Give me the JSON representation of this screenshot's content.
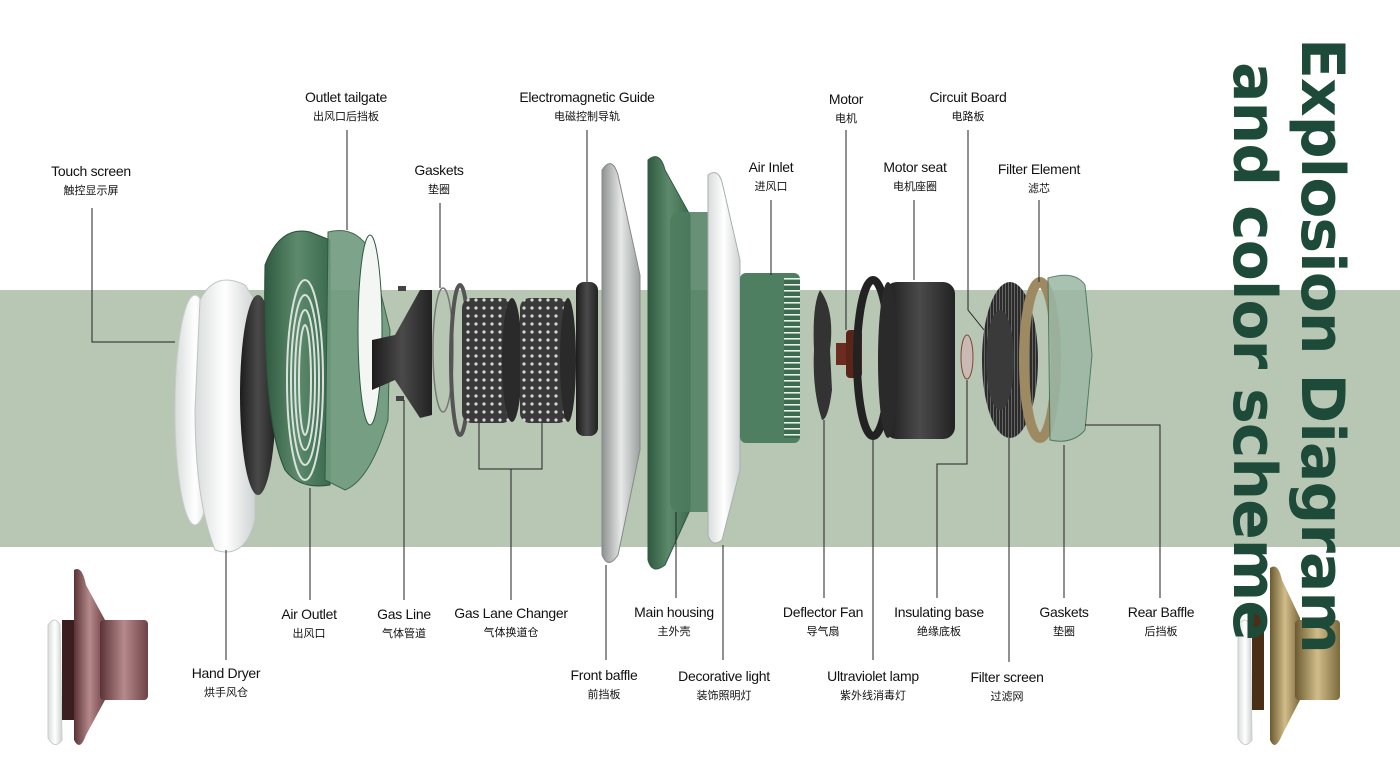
{
  "title": {
    "line1": "Explosion Diagram",
    "line2": "and color scheme"
  },
  "colors": {
    "band": "#b8c7b4",
    "title": "#1e4a3a",
    "housing_green": "#3f6e52",
    "variant_rose": "#8c5a5e",
    "variant_gold": "#a48d5a"
  },
  "parts_top": [
    {
      "en": "Touch screen",
      "cn": "触控显示屏"
    },
    {
      "en": "Outlet tailgate",
      "cn": "出风口后挡板"
    },
    {
      "en": "Gaskets",
      "cn": "垫圈"
    },
    {
      "en": "Electromagnetic Guide",
      "cn": "电磁控制导轨"
    },
    {
      "en": "Air Inlet",
      "cn": "进风口"
    },
    {
      "en": "Motor",
      "cn": "电机"
    },
    {
      "en": "Motor seat",
      "cn": "电机座圈"
    },
    {
      "en": "Circuit Board",
      "cn": "电路板"
    },
    {
      "en": "Filter Element",
      "cn": "滤芯"
    }
  ],
  "parts_bottom": [
    {
      "en": "Hand Dryer",
      "cn": "烘手风仓"
    },
    {
      "en": "Air Outlet",
      "cn": "出风口"
    },
    {
      "en": "Gas Line",
      "cn": "气体管道"
    },
    {
      "en": "Gas Lane Changer",
      "cn": "气体换道仓"
    },
    {
      "en": "Front baffle",
      "cn": "前挡板"
    },
    {
      "en": "Main housing",
      "cn": "主外壳"
    },
    {
      "en": "Decorative light",
      "cn": "装饰照明灯"
    },
    {
      "en": "Deflector Fan",
      "cn": "导气扇"
    },
    {
      "en": "Ultraviolet lamp",
      "cn": "紫外线消毒灯"
    },
    {
      "en": "Insulating base",
      "cn": "绝缘底板"
    },
    {
      "en": "Filter screen",
      "cn": "过滤网"
    },
    {
      "en": "Gaskets",
      "cn": "垫圈"
    },
    {
      "en": "Rear Baffle",
      "cn": "后挡板"
    }
  ],
  "color_variants": [
    {
      "name": "rose"
    },
    {
      "name": "gold"
    }
  ]
}
